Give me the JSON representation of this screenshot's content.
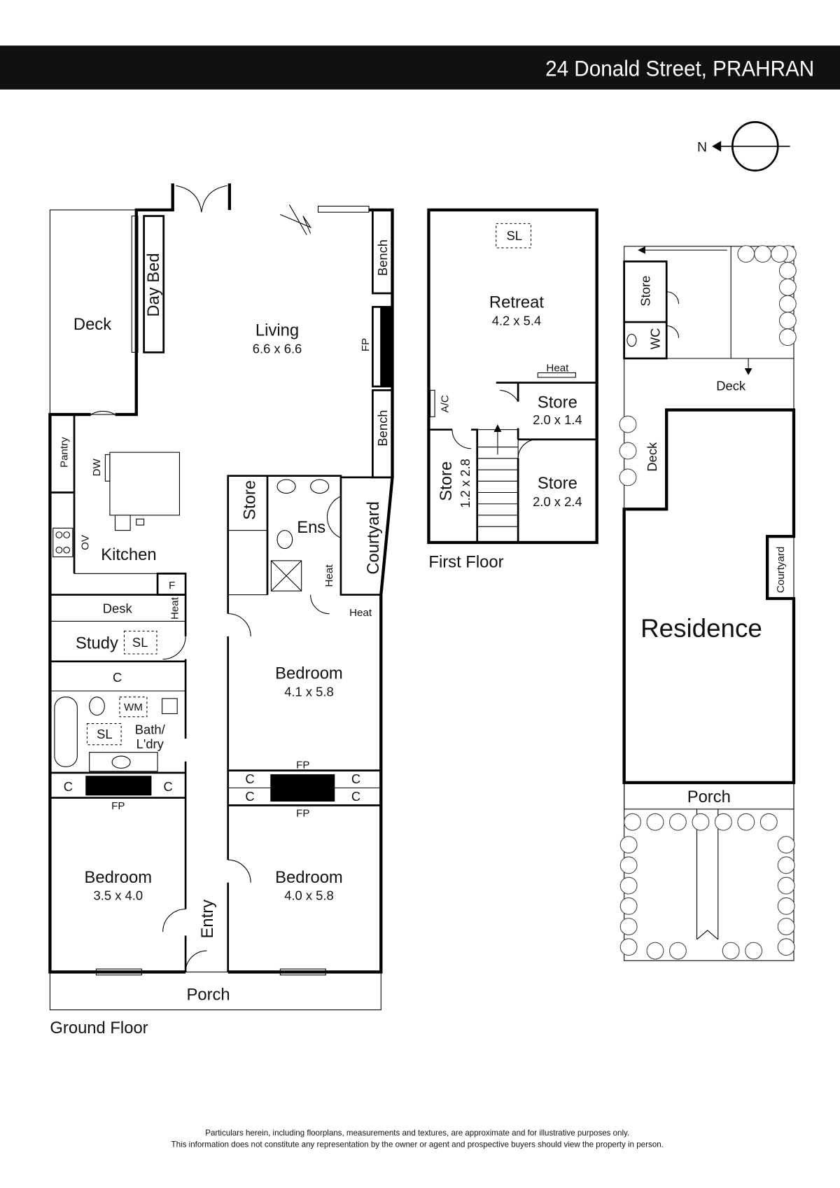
{
  "header": {
    "title": "24 Donald Street, PRAHRAN"
  },
  "compass": {
    "north_label": "N"
  },
  "ground_floor": {
    "title": "Ground Floor",
    "deck": "Deck",
    "day_bed": "Day Bed",
    "living": {
      "name": "Living",
      "size": "6.6 x 6.6"
    },
    "bench_top": "Bench",
    "fp_living": "FP",
    "bench_bottom": "Bench",
    "pantry": "Pantry",
    "dw": "DW",
    "ov": "OV",
    "kitchen": "Kitchen",
    "store": "Store",
    "ens": "Ens",
    "courtyard": "Courtyard",
    "heat_ens": "Heat",
    "fridge": "F",
    "desk": "Desk",
    "heat_desk": "Heat",
    "heat_bed": "Heat",
    "study": "Study",
    "sl_study": "SL",
    "c_study": "C",
    "wm": "WM",
    "sl_bath": "SL",
    "bath_line1": "Bath/",
    "bath_line2": "L'dry",
    "bedroom1": {
      "name": "Bedroom",
      "size": "4.1 x 5.8"
    },
    "fp_bed1": "FP",
    "c_left1": "C",
    "c_left2": "C",
    "fp_bed2": "FP",
    "c_r1": "C",
    "c_r2": "C",
    "c_r3": "C",
    "c_r4": "C",
    "fp_bed3": "FP",
    "bedroom2": {
      "name": "Bedroom",
      "size": "3.5 x 4.0"
    },
    "bedroom3": {
      "name": "Bedroom",
      "size": "4.0 x 5.8"
    },
    "entry": "Entry",
    "porch": "Porch"
  },
  "first_floor": {
    "title": "First Floor",
    "sl": "SL",
    "retreat": {
      "name": "Retreat",
      "size": "4.2 x 5.4"
    },
    "heat": "Heat",
    "ac": "A/C",
    "store1": {
      "name": "Store",
      "size": "2.0 x 1.4"
    },
    "store2": {
      "name": "Store",
      "size": "1.2 x 2.8"
    },
    "store3": {
      "name": "Store",
      "size": "2.0 x 2.4"
    }
  },
  "site_plan": {
    "store": "Store",
    "wc": "WC",
    "deck_top": "Deck",
    "deck_side": "Deck",
    "courtyard": "Courtyard",
    "residence": "Residence",
    "porch": "Porch"
  },
  "disclaimer": {
    "line1": "Particulars herein, including floorplans, measurements and textures, are approximate and for illustrative purposes only.",
    "line2": "This information does not constitute any representation by the owner or agent and prospective buyers should view the property in person."
  }
}
